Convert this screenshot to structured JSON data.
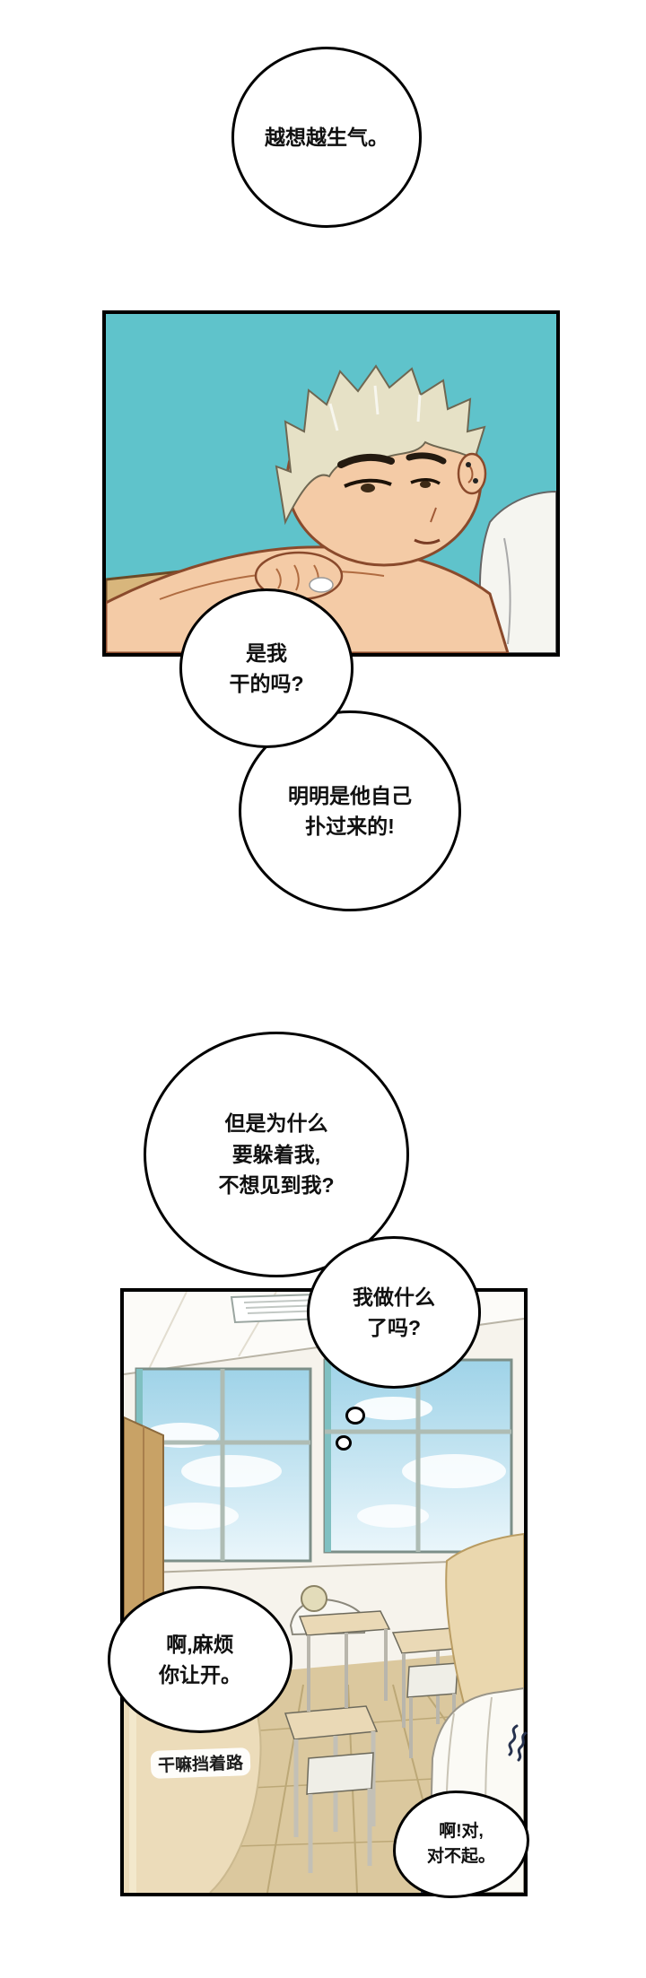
{
  "page": {
    "kind": "manhwa-comic-page",
    "background": "#ffffff"
  },
  "colors": {
    "panel_border": "#000000",
    "panel1_sky_teal": "#5fc3cb",
    "skin": "#f4cba6",
    "hair_blond": "#e6e1c6",
    "desk_tan": "#d8b67c",
    "classroom_wall": "#f6f3ec",
    "window_sky_top": "#9fd3e8",
    "window_sky_bottom": "#eaf6fb",
    "floor_tan": "#dbc89e",
    "cabinet_wood": "#c8a266",
    "navy_clothing": "#3e4b67",
    "shirt_white": "#fbfaf5"
  },
  "bubbles": {
    "b1": {
      "lines": [
        "越想越生气。"
      ]
    },
    "b2": {
      "lines": [
        "是我",
        "干的吗?"
      ]
    },
    "b3": {
      "lines": [
        "明明是他自己",
        "扑过来的!"
      ]
    },
    "b4": {
      "lines": [
        "但是为什么",
        "要躲着我,",
        "不想见到我?"
      ]
    },
    "b5": {
      "lines": [
        "我做什么",
        "了吗?"
      ]
    },
    "b6": {
      "lines": [
        "啊,麻烦",
        "你让开。"
      ]
    },
    "b7": {
      "lines": [
        "啊!对,",
        "对不起。"
      ]
    },
    "handwritten": {
      "text": "干嘛挡着路"
    }
  }
}
